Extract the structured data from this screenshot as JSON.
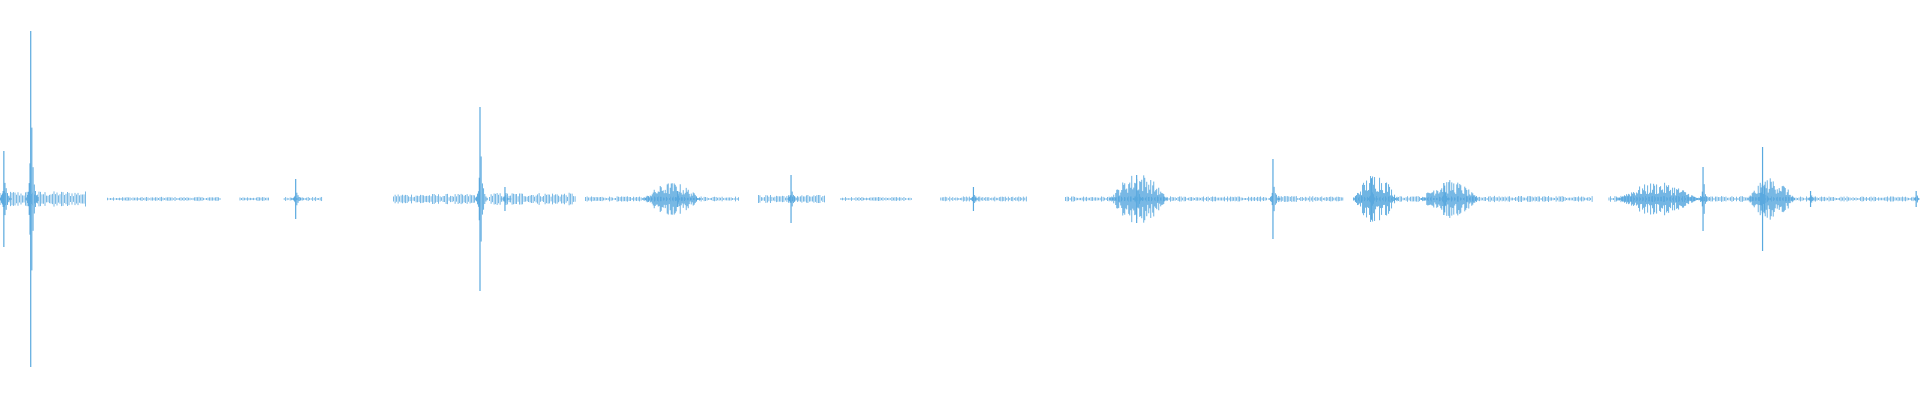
{
  "waveform": {
    "color": "#5aa9df",
    "peaks": [
      {
        "t": 0.002,
        "amp": 0.12
      },
      {
        "t": 0.016,
        "amp": 0.42
      },
      {
        "t": 0.154,
        "amp": 0.05
      },
      {
        "t": 0.25,
        "amp": 0.23
      },
      {
        "t": 0.263,
        "amp": 0.03
      },
      {
        "t": 0.353,
        "amp": 0.02
      },
      {
        "t": 0.412,
        "amp": 0.06
      },
      {
        "t": 0.507,
        "amp": 0.03
      },
      {
        "t": 0.592,
        "amp": 0.06
      },
      {
        "t": 0.663,
        "amp": 0.1
      },
      {
        "t": 0.714,
        "amp": 0.05
      },
      {
        "t": 0.752,
        "amp": 0.04
      },
      {
        "t": 0.887,
        "amp": 0.08
      },
      {
        "t": 0.918,
        "amp": 0.13
      },
      {
        "t": 0.943,
        "amp": 0.02
      },
      {
        "t": 0.998,
        "amp": 0.02
      }
    ],
    "segments": [
      {
        "start": 0.0,
        "end": 0.045,
        "level": 0.015
      },
      {
        "start": 0.056,
        "end": 0.115,
        "level": 0.004
      },
      {
        "start": 0.125,
        "end": 0.14,
        "level": 0.004
      },
      {
        "start": 0.148,
        "end": 0.168,
        "level": 0.004
      },
      {
        "start": 0.205,
        "end": 0.25,
        "level": 0.01
      },
      {
        "start": 0.255,
        "end": 0.3,
        "level": 0.012
      },
      {
        "start": 0.305,
        "end": 0.385,
        "level": 0.005
      },
      {
        "start": 0.395,
        "end": 0.43,
        "level": 0.008
      },
      {
        "start": 0.438,
        "end": 0.475,
        "level": 0.004
      },
      {
        "start": 0.49,
        "end": 0.535,
        "level": 0.005
      },
      {
        "start": 0.555,
        "end": 0.66,
        "level": 0.005
      },
      {
        "start": 0.665,
        "end": 0.7,
        "level": 0.006
      },
      {
        "start": 0.705,
        "end": 0.83,
        "level": 0.006
      },
      {
        "start": 0.838,
        "end": 0.91,
        "level": 0.006
      },
      {
        "start": 0.912,
        "end": 0.999,
        "level": 0.005
      }
    ],
    "bursts": [
      {
        "start": 0.335,
        "end": 0.365,
        "level": 0.035
      },
      {
        "start": 0.578,
        "end": 0.608,
        "level": 0.055
      },
      {
        "start": 0.705,
        "end": 0.728,
        "level": 0.055
      },
      {
        "start": 0.74,
        "end": 0.77,
        "level": 0.04
      },
      {
        "start": 0.842,
        "end": 0.885,
        "level": 0.035
      },
      {
        "start": 0.91,
        "end": 0.935,
        "level": 0.045
      }
    ]
  }
}
